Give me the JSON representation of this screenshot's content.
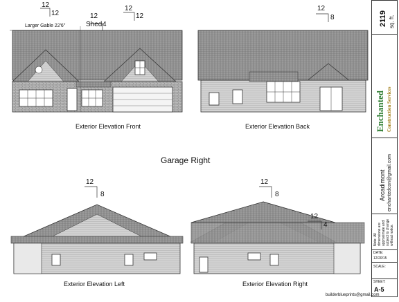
{
  "elevations": {
    "front": {
      "caption": "Exterior Elevation Front"
    },
    "back": {
      "caption": "Exterior Elevation Back"
    },
    "left": {
      "caption": "Exterior Elevation Left"
    },
    "right": {
      "caption": "Exterior Elevation Right"
    }
  },
  "pitch_labels": {
    "front_main_rise": "12",
    "front_main_run": "12",
    "front_shed_rise": "12",
    "front_shed_run": "4",
    "front_right_rise": "12",
    "front_right_run": "12",
    "back_rise": "12",
    "back_run": "8",
    "left_rise": "12",
    "left_run": "8",
    "right_rise": "12",
    "right_run": "8",
    "right_porch_rise": "12",
    "right_porch_run": "4"
  },
  "annotations": {
    "gable": "Larger Gable 22'6\"",
    "shed": "Shed"
  },
  "heading": "Garage Right",
  "title_block": {
    "area": "2119",
    "area_unit": "sq. ft.",
    "logo_line1": "Enchanted",
    "logo_line2": "Construction Services",
    "plan_name": "Arcadimont",
    "email": "enchantedcon@gmail.com",
    "note": "Note: All dimensions are approximate and subject to change without notice.",
    "date_label": "DATE:",
    "date_value": "12/20/15",
    "scale_label": "SCALE:",
    "sheet_label": "SHEET:",
    "sheet_value": "A-5",
    "website": "builderblueprints@gmail.com"
  }
}
